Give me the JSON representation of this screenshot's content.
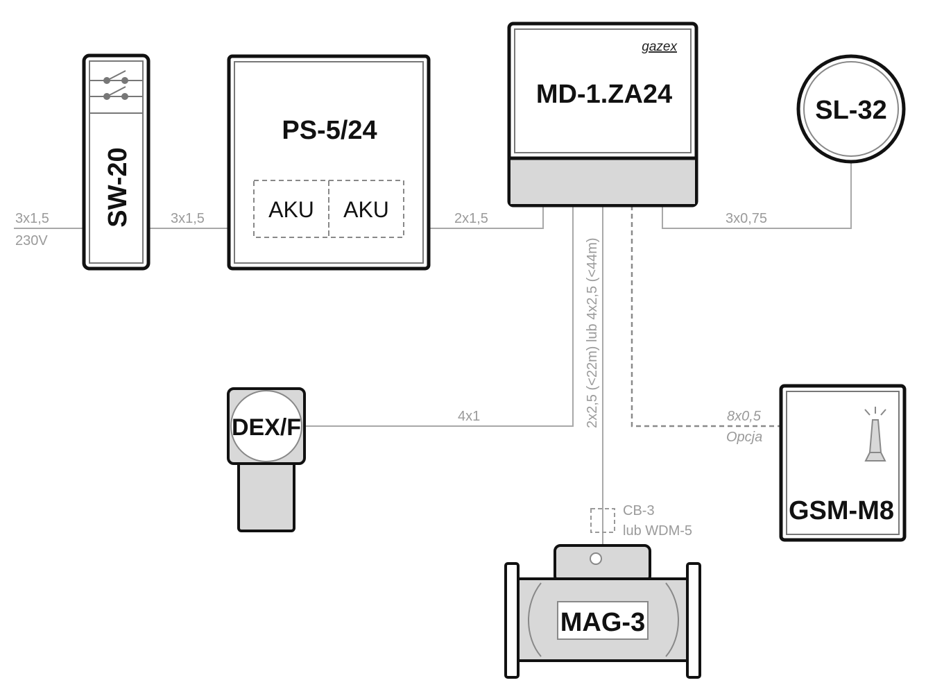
{
  "devices": {
    "sw20": {
      "label": "SW-20"
    },
    "ps524": {
      "label": "PS-5/24",
      "battery_left": "AKU",
      "battery_right": "AKU"
    },
    "md1": {
      "label": "MD-1.ZA24",
      "brand": "gazex"
    },
    "sl32": {
      "label": "SL-32"
    },
    "dexf": {
      "label": "DEX/F"
    },
    "gsm": {
      "label": "GSM-M8"
    },
    "mag3": {
      "label": "MAG-3"
    },
    "cb3": {
      "label_line1": "CB-3",
      "label_line2": "lub WDM-5"
    }
  },
  "wires": {
    "mains": {
      "label_line1": "3x1,5",
      "label_line2": "230V"
    },
    "sw_to_ps": {
      "label": "3x1,5"
    },
    "ps_to_md": {
      "label": "2x1,5"
    },
    "md_to_sl": {
      "label": "3x0,75"
    },
    "md_to_dex": {
      "label": "4x1"
    },
    "md_to_mag": {
      "label": "2x2,5 (<22m) lub 4x2,5 (<44m)"
    },
    "md_to_gsm": {
      "label_line1": "8x0,5",
      "label_line2": "Opcja"
    }
  },
  "colors": {
    "outline": "#111111",
    "wire": "#a8a8a8",
    "fill_grey": "#d8d8d8"
  }
}
